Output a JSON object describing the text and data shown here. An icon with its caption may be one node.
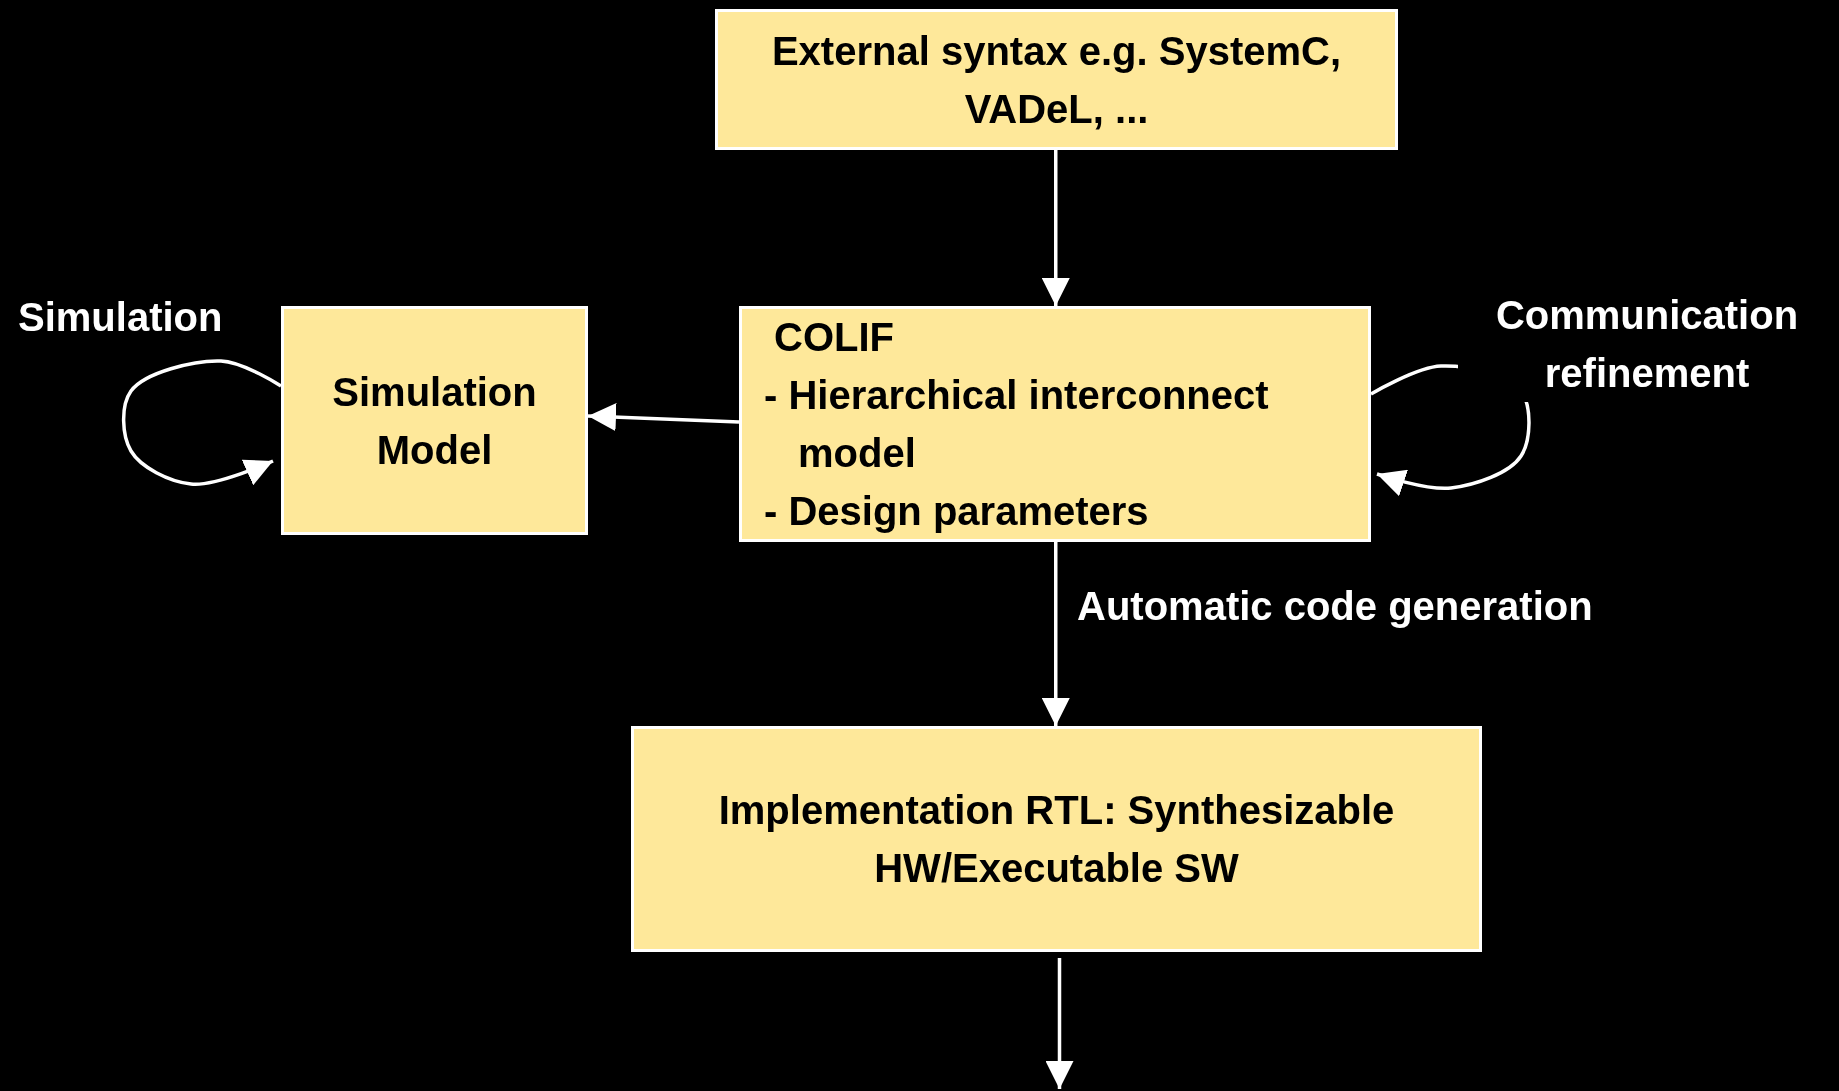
{
  "diagram": {
    "nodes": [
      {
        "text": [
          "External syntax e.g. SystemC, VADeL, ..."
        ]
      },
      {
        "text": [
          "Simulation Model"
        ]
      },
      {
        "text": [
          "COLIF",
          "- Hierarchical interconnect model",
          "- Design parameters"
        ]
      },
      {
        "text": [
          "Implementation RTL: Synthesizable HW/Executable SW"
        ]
      }
    ],
    "edges": [
      {
        "from": 0,
        "to": 2,
        "arrow": "to"
      },
      {
        "from": 2,
        "to": 1,
        "arrow": "to"
      },
      {
        "from": 1,
        "to": 1,
        "arrow": "to",
        "label": "Simulation"
      },
      {
        "from": 2,
        "to": 2,
        "arrow": "to",
        "label": "Communication refinement"
      },
      {
        "from": 2,
        "to": 3,
        "arrow": "to",
        "label": "Automatic code generation"
      },
      {
        "from": 3,
        "to": null,
        "arrow": "to"
      }
    ]
  }
}
